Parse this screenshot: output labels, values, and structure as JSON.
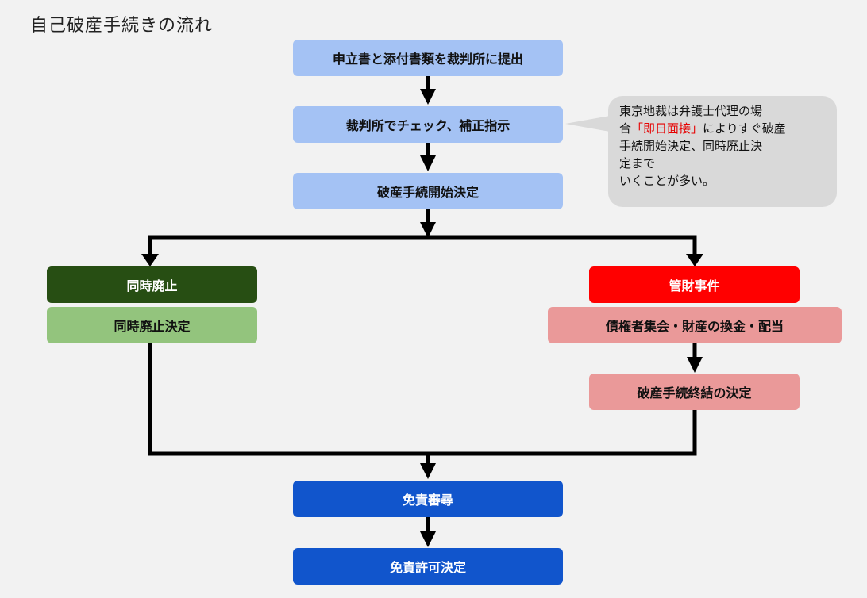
{
  "title": "自己破産手続きの流れ",
  "steps": {
    "submit": "申立書と添付書類を裁判所に提出",
    "check": "裁判所でチェック、補正指示",
    "start": "破産手続開始決定",
    "concurrent_header": "同時廃止",
    "concurrent_decision": "同時廃止決定",
    "trustee_header": "管財事件",
    "creditors_meeting": "債権者集会・財産の換金・配当",
    "closing": "破産手続終結の決定",
    "review": "免責審尋",
    "discharge": "免責許可決定"
  },
  "callout": {
    "line1": "東京地裁は弁護士代理の場",
    "line2_prefix": "合",
    "line2_highlight": "「即日面接」",
    "line2_suffix": "によりすぐ破産",
    "line3": "手続開始決定、同時廃止決",
    "line4": "定まで",
    "line5": "いくことが多い。"
  },
  "colors": {
    "background": "#f2f2f2",
    "light_blue": "#a4c2f4",
    "dark_green": "#274e13",
    "light_green": "#93c47d",
    "red": "#ff0000",
    "pink": "#ea9999",
    "blue": "#1155cc",
    "connector": "#000000",
    "callout_bg": "#d9d9d9",
    "highlight_text": "#e60000"
  }
}
